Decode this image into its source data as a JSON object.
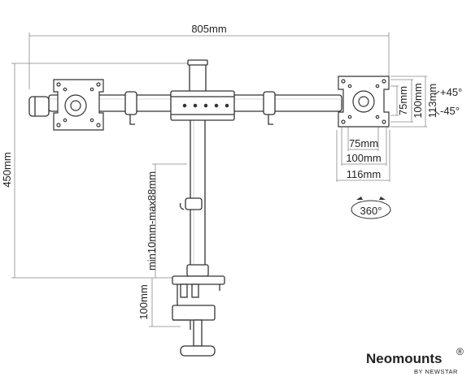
{
  "dimensions": {
    "total_width": "805mm",
    "pole_height": "450mm",
    "clamp_range": "min10mm-max88mm",
    "clamp_height": "100mm",
    "vesa_h_75": "75mm",
    "vesa_h_100": "100mm",
    "plate_width": "116mm",
    "vesa_v_75": "75mm",
    "vesa_v_100": "100mm",
    "plate_height": "113mm",
    "tilt_up": "+45°",
    "tilt_down": "-45°",
    "rotation": "360°"
  },
  "brand": {
    "name": "Neomounts",
    "registered": "®",
    "sub": "BY NEWSTAR"
  }
}
